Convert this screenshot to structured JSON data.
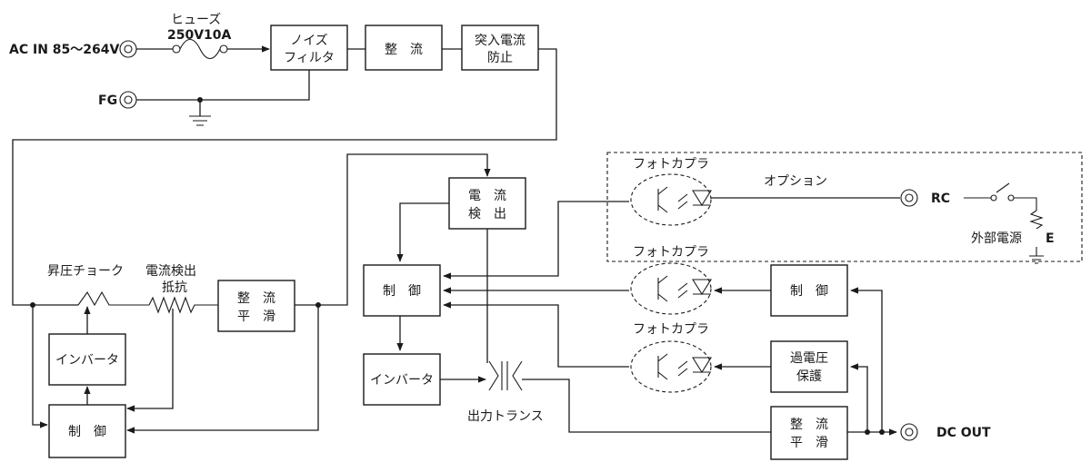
{
  "inputs": {
    "ac_in": "AC IN 85～264V",
    "fg": "FG",
    "fuse_name": "ヒューズ",
    "fuse_rating": "250V10A"
  },
  "blocks": {
    "noise_filter": [
      "ノイズ",
      "フィルタ"
    ],
    "rectifier": "整　流",
    "inrush": [
      "突入電流",
      "防止"
    ],
    "current_detect": [
      "電　流",
      "検　出"
    ],
    "control_main": "制　御",
    "inverter_main": "インバータ",
    "rect_smooth_pfc": [
      "整　流",
      "平　滑"
    ],
    "inverter_pfc": "インバータ",
    "control_pfc": "制　御",
    "control_out": "制　御",
    "ovp": [
      "過電圧",
      "保護"
    ],
    "rect_smooth_out": [
      "整　流",
      "平　滑"
    ]
  },
  "labels": {
    "boost_choke": "昇圧チョーク",
    "sense_resistor": [
      "電流検出",
      "抵抗"
    ],
    "transformer": "出力トランス",
    "photocoupler": "フォトカプラ",
    "option": "オプション",
    "rc": "RC",
    "ext_power": "外部電源",
    "e": "E",
    "dc_out": "DC OUT"
  }
}
